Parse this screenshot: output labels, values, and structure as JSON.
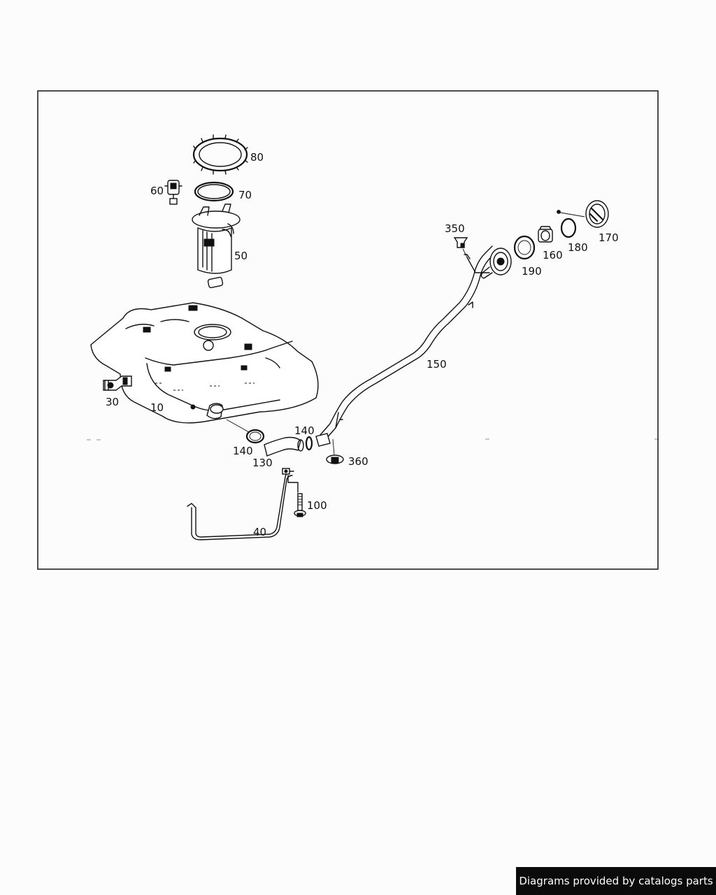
{
  "diagram": {
    "parts": [
      {
        "key": "p10",
        "number": "10",
        "name": "fuel-tank"
      },
      {
        "key": "p30",
        "number": "30",
        "name": "tank-valve"
      },
      {
        "key": "p40",
        "number": "40",
        "name": "tank-strap"
      },
      {
        "key": "p50",
        "number": "50",
        "name": "fuel-pump-module"
      },
      {
        "key": "p60",
        "number": "60",
        "name": "pressure-sensor"
      },
      {
        "key": "p70",
        "number": "70",
        "name": "seal-ring"
      },
      {
        "key": "p80",
        "number": "80",
        "name": "locking-ring"
      },
      {
        "key": "p100",
        "number": "100",
        "name": "strap-bolt"
      },
      {
        "key": "p130",
        "number": "130",
        "name": "filler-hose"
      },
      {
        "key": "p140a",
        "number": "140",
        "name": "hose-clamp-lower"
      },
      {
        "key": "p140b",
        "number": "140",
        "name": "hose-clamp-upper"
      },
      {
        "key": "p150",
        "number": "150",
        "name": "filler-pipe"
      },
      {
        "key": "p160",
        "number": "160",
        "name": "filler-neck-nut"
      },
      {
        "key": "p170",
        "number": "170",
        "name": "fuel-cap"
      },
      {
        "key": "p180",
        "number": "180",
        "name": "filler-seal"
      },
      {
        "key": "p190",
        "number": "190",
        "name": "filler-gasket"
      },
      {
        "key": "p350",
        "number": "350",
        "name": "bracket-clip"
      },
      {
        "key": "p360",
        "number": "360",
        "name": "mounting-nut"
      }
    ]
  },
  "footer": {
    "text": "Diagrams provided by catalogs parts"
  }
}
